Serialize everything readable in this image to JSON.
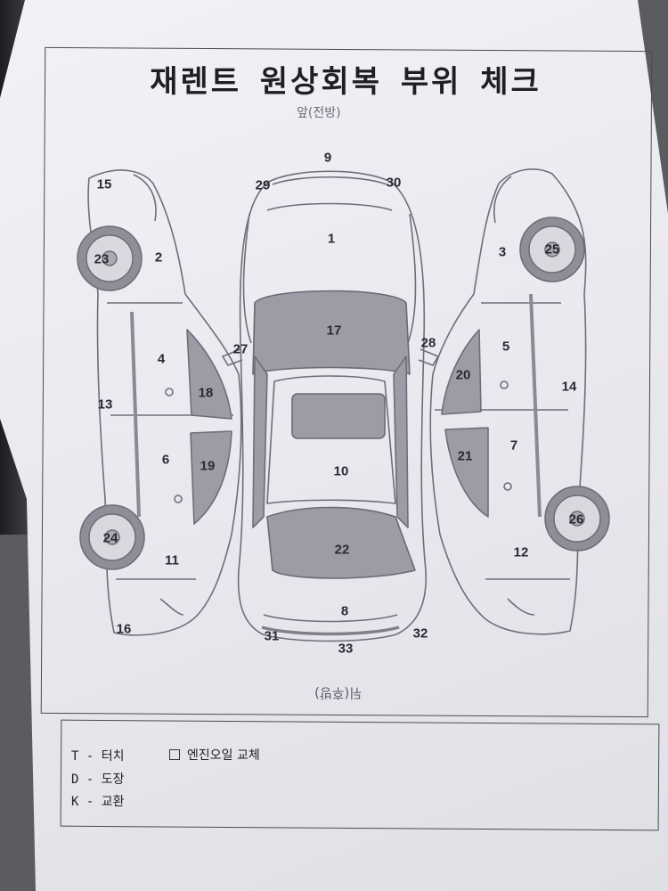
{
  "title": "재렌트 원상회복 부위 체크",
  "front_label": "앞(전방)",
  "rear_label": "뒤(후방)",
  "parts": [
    {
      "id": "p1",
      "label": "1"
    },
    {
      "id": "p2",
      "label": "2"
    },
    {
      "id": "p3",
      "label": "3"
    },
    {
      "id": "p4",
      "label": "4"
    },
    {
      "id": "p5",
      "label": "5"
    },
    {
      "id": "p6",
      "label": "6"
    },
    {
      "id": "p7",
      "label": "7"
    },
    {
      "id": "p8",
      "label": "8"
    },
    {
      "id": "p9",
      "label": "9"
    },
    {
      "id": "p10",
      "label": "10"
    },
    {
      "id": "p11",
      "label": "11"
    },
    {
      "id": "p12",
      "label": "12"
    },
    {
      "id": "p13",
      "label": "13"
    },
    {
      "id": "p14",
      "label": "14"
    },
    {
      "id": "p15",
      "label": "15"
    },
    {
      "id": "p16",
      "label": "16"
    },
    {
      "id": "p17",
      "label": "17"
    },
    {
      "id": "p18",
      "label": "18"
    },
    {
      "id": "p19",
      "label": "19"
    },
    {
      "id": "p20",
      "label": "20"
    },
    {
      "id": "p21",
      "label": "21"
    },
    {
      "id": "p22",
      "label": "22"
    },
    {
      "id": "p23",
      "label": "23"
    },
    {
      "id": "p24",
      "label": "24"
    },
    {
      "id": "p25",
      "label": "25"
    },
    {
      "id": "p26",
      "label": "26"
    },
    {
      "id": "p27",
      "label": "27"
    },
    {
      "id": "p28",
      "label": "28"
    },
    {
      "id": "p29",
      "label": "29"
    },
    {
      "id": "p30",
      "label": "30"
    },
    {
      "id": "p31",
      "label": "31"
    },
    {
      "id": "p32",
      "label": "32"
    },
    {
      "id": "p33",
      "label": "33"
    }
  ],
  "legend": {
    "touch": "T - 터치",
    "paint": "D - 도장",
    "replace": "K - 교환",
    "oil_change": "엔진오일 교체"
  }
}
